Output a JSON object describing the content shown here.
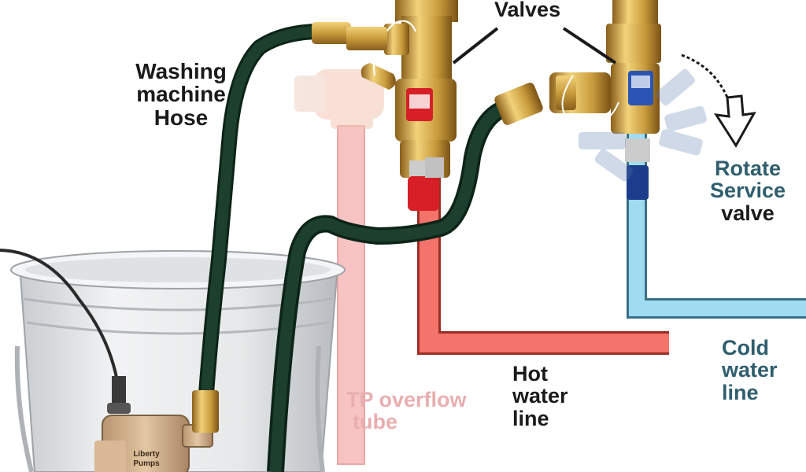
{
  "labels": {
    "valves": "Valves",
    "washing_hose": [
      "Washing",
      "machine",
      "Hose"
    ],
    "rotate_service": [
      "Rotate",
      "Service",
      "valve"
    ],
    "cold_water": [
      "Cold",
      "water",
      "line"
    ],
    "hot_water": [
      "Hot",
      "water",
      "line"
    ],
    "tp_overflow": [
      "TP overflow",
      "tube"
    ]
  },
  "pump": {
    "brand": [
      "Liberty",
      "Pumps"
    ]
  },
  "colors": {
    "hot_line": "#f4736b",
    "cold_line": "#9fdcf2",
    "tp_tube": "#f8c3c3",
    "hose": "#1d3f2e",
    "brass": "#c89b3c",
    "valve_handle_red": "#d61f26",
    "valve_handle_blue": "#1c3c8c"
  }
}
